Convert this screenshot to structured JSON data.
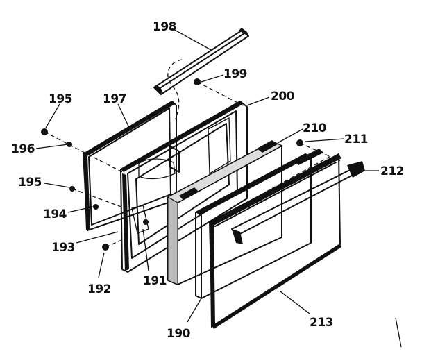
{
  "diagram": {
    "callouts": [
      {
        "id": "198",
        "text": "198"
      },
      {
        "id": "199",
        "text": "199"
      },
      {
        "id": "200",
        "text": "200"
      },
      {
        "id": "195a",
        "text": "195"
      },
      {
        "id": "197",
        "text": "197"
      },
      {
        "id": "196",
        "text": "196"
      },
      {
        "id": "210",
        "text": "210"
      },
      {
        "id": "211",
        "text": "211"
      },
      {
        "id": "195b",
        "text": "195"
      },
      {
        "id": "212",
        "text": "212"
      },
      {
        "id": "194",
        "text": "194"
      },
      {
        "id": "193",
        "text": "193"
      },
      {
        "id": "192",
        "text": "192"
      },
      {
        "id": "191",
        "text": "191"
      },
      {
        "id": "190",
        "text": "190"
      },
      {
        "id": "213",
        "text": "213"
      }
    ]
  }
}
